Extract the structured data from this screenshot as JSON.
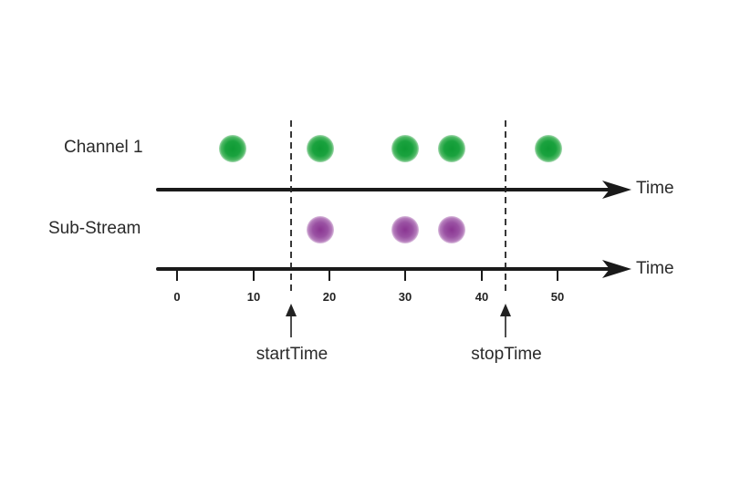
{
  "rows": [
    {
      "label": "Channel 1",
      "axis_label": "Time"
    },
    {
      "label": "Sub-Stream",
      "axis_label": "Time"
    }
  ],
  "axis": {
    "ticks": [
      "0",
      "10",
      "20",
      "30",
      "40",
      "50"
    ]
  },
  "markers": {
    "start": {
      "label": "startTime",
      "value": 15
    },
    "stop": {
      "label": "stopTime",
      "value": 43
    }
  },
  "colors": {
    "channel_dot": "#16a03a",
    "substream_dot": "#8e3c98",
    "axis": "#1a1a1a"
  },
  "chart_data": {
    "type": "scatter",
    "title": "",
    "xlabel": "Time",
    "x_ticks": [
      0,
      10,
      20,
      30,
      40,
      50
    ],
    "series": [
      {
        "name": "Channel 1",
        "x": [
          7.5,
          19,
          30,
          36,
          49
        ]
      },
      {
        "name": "Sub-Stream",
        "x": [
          19,
          30,
          36
        ]
      }
    ],
    "annotations": [
      {
        "label": "startTime",
        "x": 15
      },
      {
        "label": "stopTime",
        "x": 43
      }
    ]
  }
}
